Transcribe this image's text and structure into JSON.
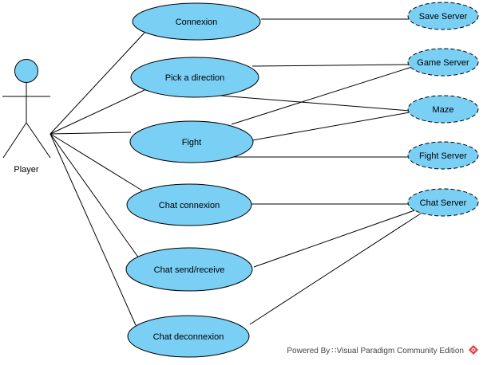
{
  "diagram": {
    "actor": {
      "label": "Player"
    },
    "use_cases": [
      {
        "id": "connexion",
        "label": "Connexion"
      },
      {
        "id": "pick_direction",
        "label": "Pick a direction"
      },
      {
        "id": "fight",
        "label": "Fight"
      },
      {
        "id": "chat_connexion",
        "label": "Chat connexion"
      },
      {
        "id": "chat_send_receive",
        "label": "Chat send/receive"
      },
      {
        "id": "chat_deconnexion",
        "label": "Chat deconnexion"
      }
    ],
    "servers": [
      {
        "id": "save_server",
        "label": "Save Server"
      },
      {
        "id": "game_server",
        "label": "Game Server"
      },
      {
        "id": "maze",
        "label": "Maze"
      },
      {
        "id": "fight_server",
        "label": "Fight Server"
      },
      {
        "id": "chat_server",
        "label": "Chat Server"
      }
    ],
    "associations": [
      [
        "player",
        "connexion"
      ],
      [
        "player",
        "pick_direction"
      ],
      [
        "player",
        "fight"
      ],
      [
        "player",
        "chat_connexion"
      ],
      [
        "player",
        "chat_send_receive"
      ],
      [
        "player",
        "chat_deconnexion"
      ],
      [
        "connexion",
        "save_server"
      ],
      [
        "pick_direction",
        "game_server"
      ],
      [
        "pick_direction",
        "maze"
      ],
      [
        "fight",
        "game_server"
      ],
      [
        "fight",
        "maze"
      ],
      [
        "fight",
        "fight_server"
      ],
      [
        "chat_connexion",
        "chat_server"
      ],
      [
        "chat_send_receive",
        "chat_server"
      ],
      [
        "chat_deconnexion",
        "chat_server"
      ]
    ],
    "fill_color": "#7acff5"
  },
  "footer": {
    "powered_by": "Powered By ∷Visual Paradigm Community Edition"
  }
}
